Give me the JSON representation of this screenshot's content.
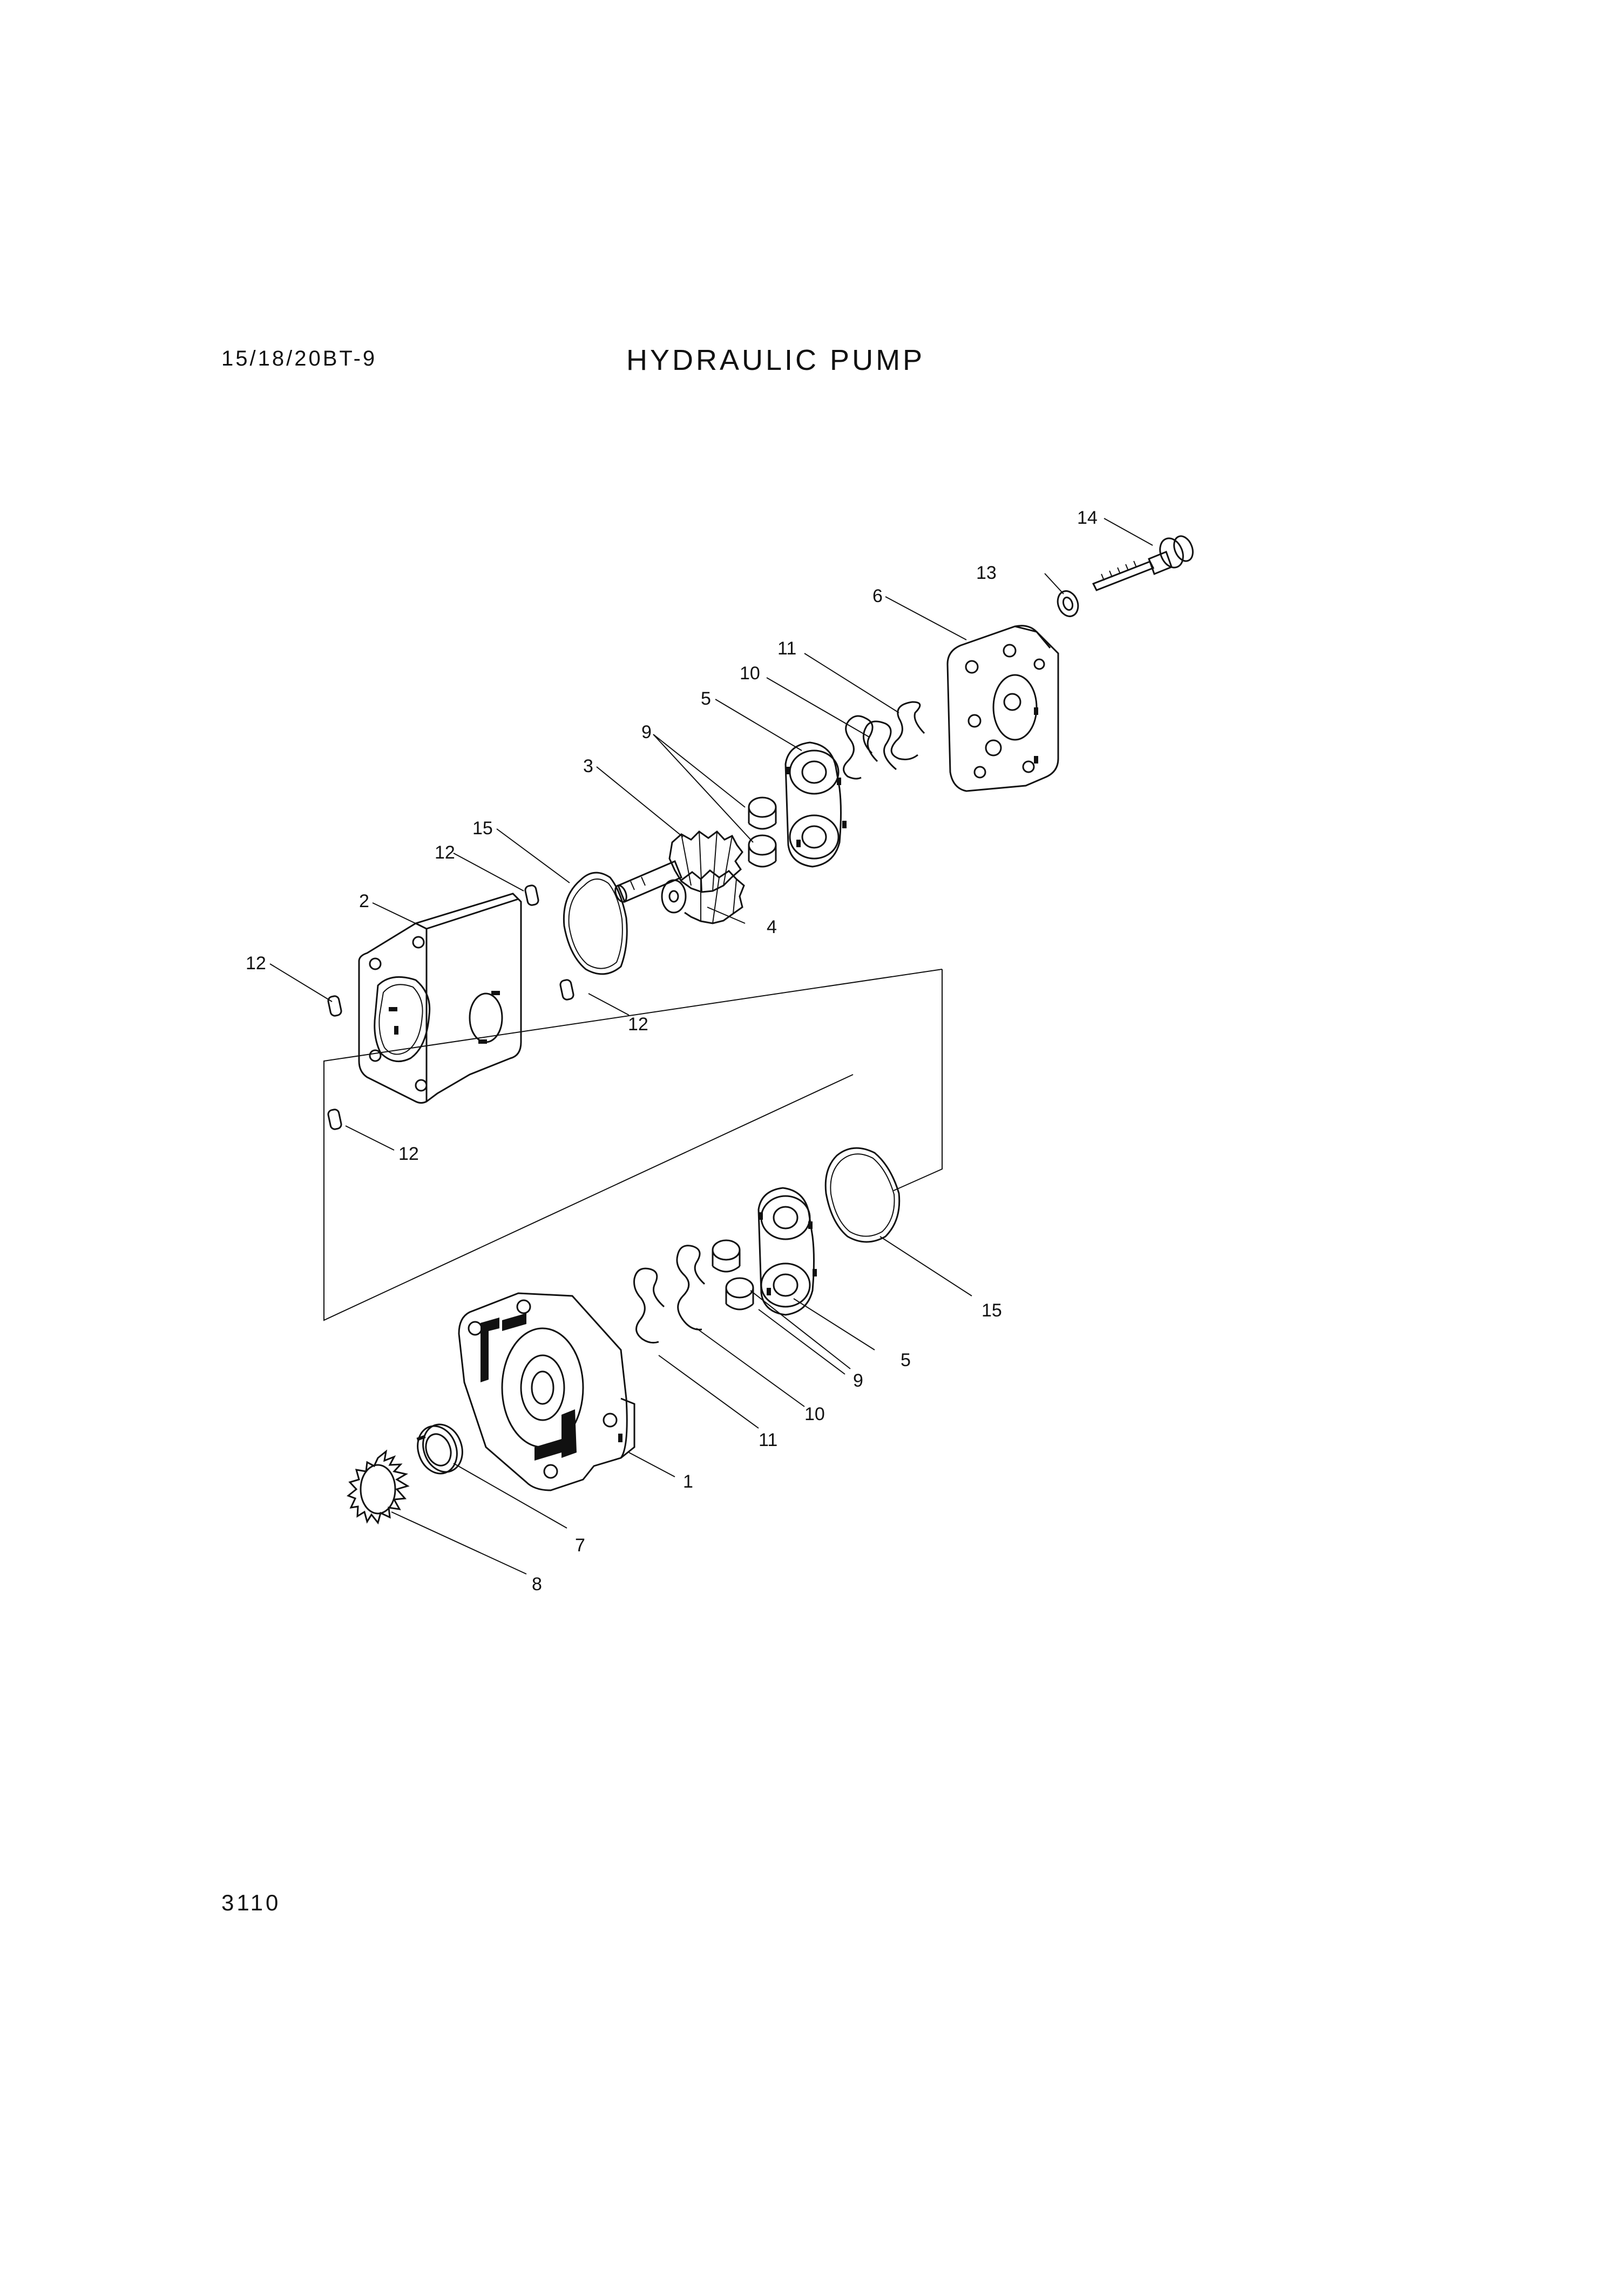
{
  "header": {
    "model": "15/18/20BT-9",
    "title": "HYDRAULIC PUMP"
  },
  "footer": {
    "page_number": "3110"
  },
  "callouts": [
    {
      "id": "c14",
      "label": "14"
    },
    {
      "id": "c13",
      "label": "13"
    },
    {
      "id": "c6",
      "label": "6"
    },
    {
      "id": "c11a",
      "label": "11"
    },
    {
      "id": "c10a",
      "label": "10"
    },
    {
      "id": "c5a",
      "label": "5"
    },
    {
      "id": "c9a",
      "label": "9"
    },
    {
      "id": "c3",
      "label": "3"
    },
    {
      "id": "c15a",
      "label": "15"
    },
    {
      "id": "c12a",
      "label": "12"
    },
    {
      "id": "c2",
      "label": "2"
    },
    {
      "id": "c4",
      "label": "4"
    },
    {
      "id": "c12b",
      "label": "12"
    },
    {
      "id": "c12c",
      "label": "12"
    },
    {
      "id": "c12d",
      "label": "12"
    },
    {
      "id": "c15b",
      "label": "15"
    },
    {
      "id": "c5b",
      "label": "5"
    },
    {
      "id": "c9b",
      "label": "9"
    },
    {
      "id": "c10b",
      "label": "10"
    },
    {
      "id": "c11b",
      "label": "11"
    },
    {
      "id": "c1",
      "label": "1"
    },
    {
      "id": "c7",
      "label": "7"
    },
    {
      "id": "c8",
      "label": "8"
    }
  ]
}
